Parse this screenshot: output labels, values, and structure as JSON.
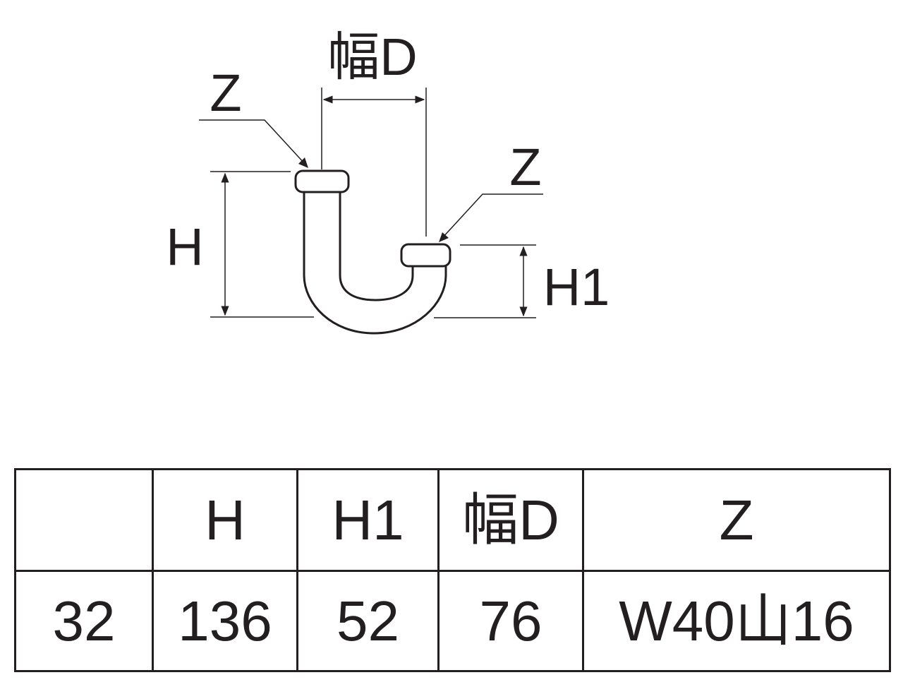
{
  "diagram": {
    "labels": {
      "width_d": "幅D",
      "z_left": "Z",
      "z_right": "Z",
      "h": "H",
      "h1": "H1"
    }
  },
  "table": {
    "headers": [
      "",
      "H",
      "H1",
      "幅D",
      "Z"
    ],
    "values": [
      "32",
      "136",
      "52",
      "76",
      "W40山16"
    ]
  },
  "colors": {
    "line": "#231f20",
    "background": "#ffffff"
  }
}
